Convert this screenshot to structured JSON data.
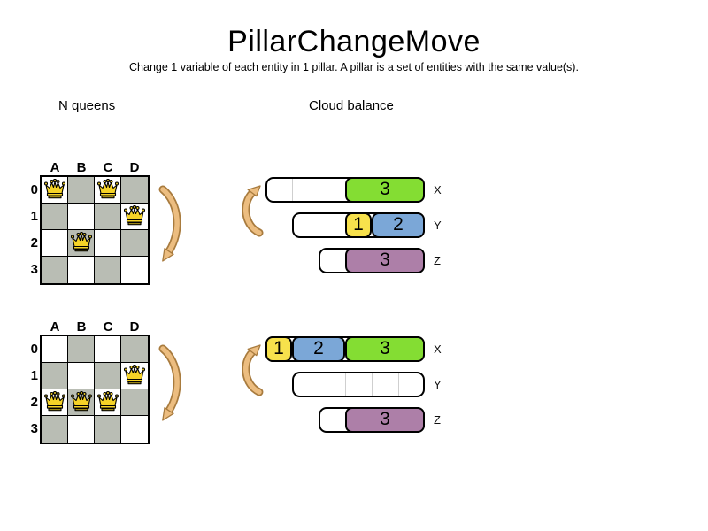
{
  "title": "PillarChangeMove",
  "subtitle": "Change 1 variable of each entity in 1 pillar. A pillar is a set of entities with the same value(s).",
  "colors": {
    "green": "#84dd33",
    "yellow": "#f7e14c",
    "blue": "#7ba7d7",
    "purple": "#ad7fa8",
    "board_gray": "#b9bdb4",
    "queen_gold": "#f5d327",
    "arrow_fill": "#ecbd80",
    "arrow_outline": "#a87b3e"
  },
  "nqueens": {
    "label": "N queens",
    "columns": [
      "A",
      "B",
      "C",
      "D"
    ],
    "rows": [
      "0",
      "1",
      "2",
      "3"
    ],
    "boards": [
      {
        "name": "before",
        "queens": [
          {
            "col": "A",
            "row": 0
          },
          {
            "col": "C",
            "row": 0
          },
          {
            "col": "D",
            "row": 1
          },
          {
            "col": "B",
            "row": 2
          }
        ]
      },
      {
        "name": "after",
        "queens": [
          {
            "col": "D",
            "row": 1
          },
          {
            "col": "A",
            "row": 2
          },
          {
            "col": "B",
            "row": 2
          },
          {
            "col": "C",
            "row": 2
          }
        ]
      }
    ]
  },
  "cloud": {
    "label": "Cloud balance",
    "groups": [
      {
        "name": "before",
        "bars": [
          {
            "label": "X",
            "cells": [
              {
                "empty": 3
              },
              {
                "value": "3",
                "color": "green",
                "span": 3
              }
            ]
          },
          {
            "label": "Y",
            "cells": [
              {
                "empty": 2
              },
              {
                "value": "1",
                "color": "yellow",
                "span": 1
              },
              {
                "value": "2",
                "color": "blue",
                "span": 2
              }
            ]
          },
          {
            "label": "Z",
            "cells": [
              {
                "empty": 1
              },
              {
                "value": "3",
                "color": "purple",
                "span": 3
              }
            ]
          }
        ]
      },
      {
        "name": "after",
        "bars": [
          {
            "label": "X",
            "cells": [
              {
                "value": "1",
                "color": "yellow",
                "span": 1
              },
              {
                "value": "2",
                "color": "blue",
                "span": 2
              },
              {
                "value": "3",
                "color": "green",
                "span": 3
              }
            ]
          },
          {
            "label": "Y",
            "cells": [
              {
                "empty": 5
              }
            ]
          },
          {
            "label": "Z",
            "cells": [
              {
                "empty": 1
              },
              {
                "value": "3",
                "color": "purple",
                "span": 3
              }
            ]
          }
        ]
      }
    ]
  }
}
